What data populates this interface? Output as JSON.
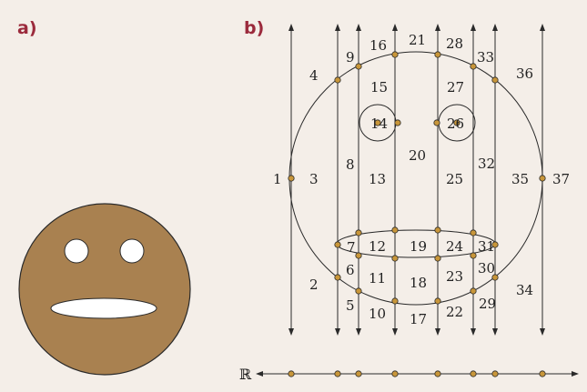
{
  "panels": {
    "a": {
      "label": "a)"
    },
    "b": {
      "label": "b)"
    }
  },
  "colors": {
    "background": "#f4eee8",
    "face_fill": "#a98150",
    "stroke": "#2a2a2a",
    "vertex_fill": "#c8963a",
    "label_color": "#9b2a3c"
  },
  "region_labels": [
    "1",
    "2",
    "3",
    "4",
    "5",
    "6",
    "7",
    "8",
    "9",
    "10",
    "11",
    "12",
    "13",
    "14",
    "15",
    "16",
    "17",
    "18",
    "19",
    "20",
    "21",
    "22",
    "23",
    "24",
    "25",
    "26",
    "27",
    "28",
    "29",
    "30",
    "31",
    "32",
    "33",
    "34",
    "35",
    "36",
    "37"
  ],
  "real_line_label": "ℝ",
  "icons": {
    "face": "smiley-face-icon",
    "arrows": "arrowhead-icon"
  }
}
